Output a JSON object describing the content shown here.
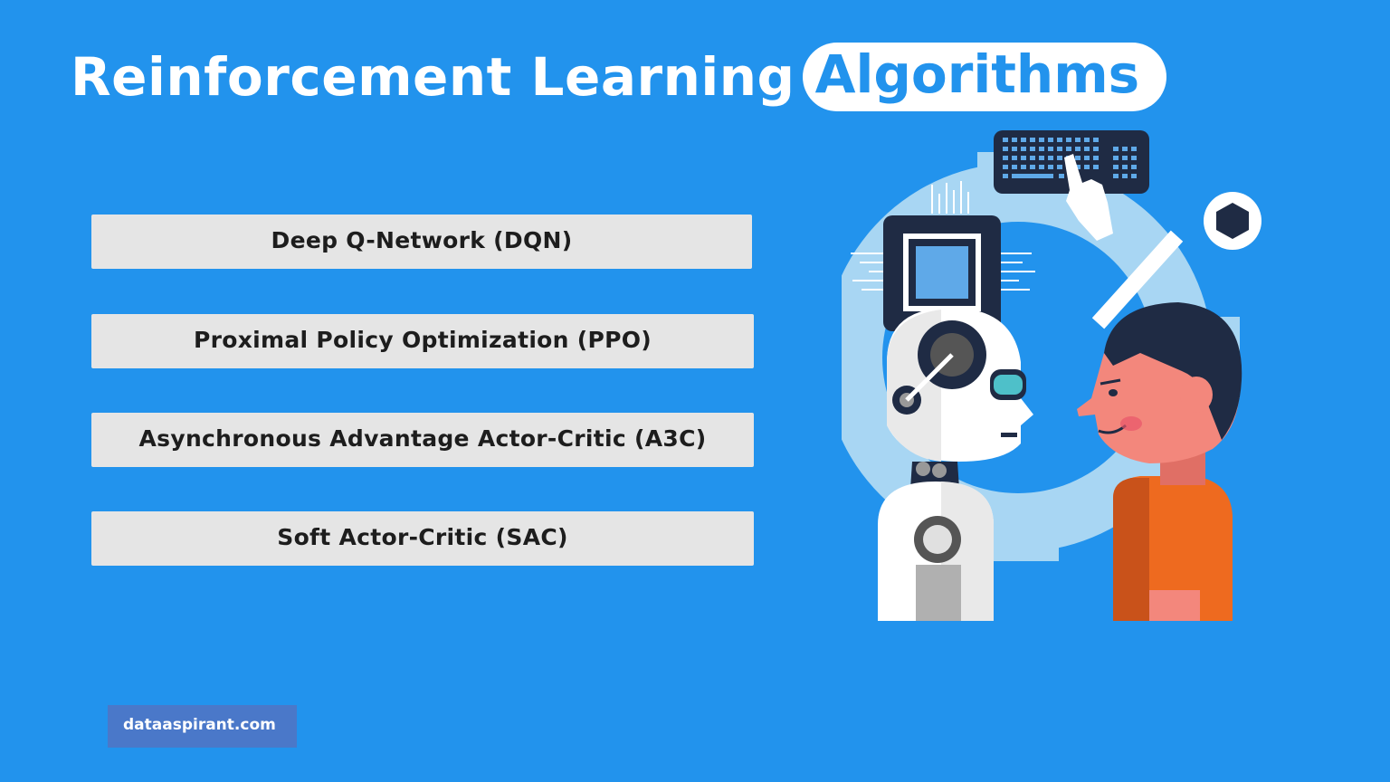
{
  "title": {
    "main": "Reinforcement Learning",
    "highlight": "Algorithms"
  },
  "algorithms": [
    {
      "label": "Deep Q-Network (DQN)"
    },
    {
      "label": "Proximal Policy Optimization (PPO)"
    },
    {
      "label": "Asynchronous Advantage Actor-Critic (A3C)"
    },
    {
      "label": "Soft Actor-Critic (SAC)"
    }
  ],
  "footer": {
    "site": "dataaspirant.com"
  },
  "colors": {
    "background": "#2293ed",
    "card": "#e5e5e5",
    "badge": "#4a78c9",
    "gear": "#a8d6f3",
    "robot_dark": "#1f2b44",
    "skin": "#f3877c",
    "shirt": "#ee6a1f"
  },
  "illustration": {
    "icons": [
      "robot-head-icon",
      "person-head-icon",
      "gear-icon",
      "keyboard-icon",
      "hand-pointer-icon",
      "wrench-icon",
      "cpu-chip-icon"
    ]
  }
}
